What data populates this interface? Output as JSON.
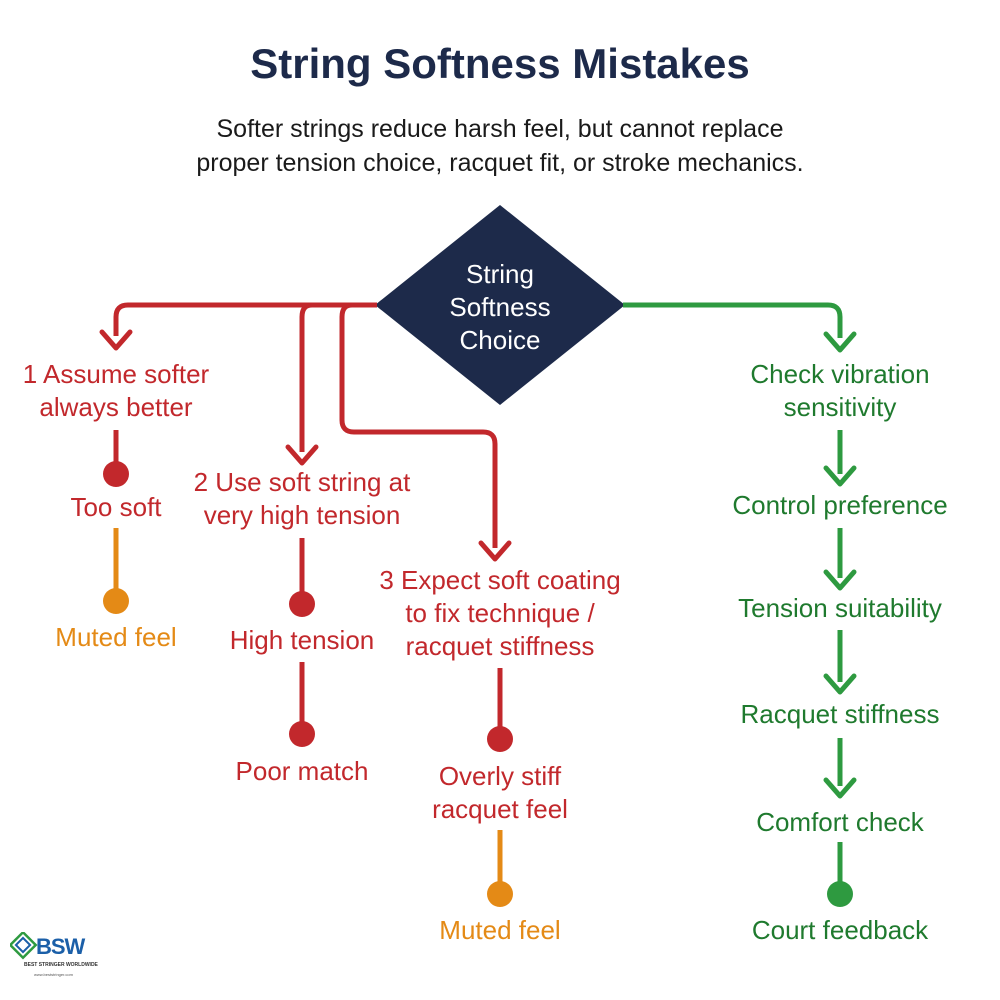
{
  "title": "String Softness Mistakes",
  "subtitle_line1": "Softer strings reduce harsh feel, but cannot replace",
  "subtitle_line2": "proper tension choice, racquet fit, or stroke mechanics.",
  "center": {
    "line1": "String",
    "line2": "Softness",
    "line3": "Choice"
  },
  "mistake1": {
    "heading_line1": "1 Assume softer",
    "heading_line2": "always better",
    "step1": "Too soft",
    "step2": "Muted feel"
  },
  "mistake2": {
    "heading_line1": "2 Use soft string at",
    "heading_line2": "very high tension",
    "step1": "High tension",
    "step2": "Poor match"
  },
  "mistake3": {
    "heading_line1": "3 Expect soft coating",
    "heading_line2": "to fix technique /",
    "heading_line3": "racquet stiffness",
    "step1_line1": "Overly stiff",
    "step1_line2": "racquet feel",
    "step2": "Muted feel"
  },
  "good_path": {
    "step1_line1": "Check vibration",
    "step1_line2": "sensitivity",
    "step2": "Control preference",
    "step3": "Tension suitability",
    "step4": "Racquet stiffness",
    "step5": "Comfort check",
    "step6": "Court feedback"
  },
  "logo": {
    "letters": "BSW",
    "tagline": "BEST STRINGER WORLDWIDE",
    "url": "www.beststringer.com"
  },
  "colors": {
    "navy": "#1d2a4a",
    "red": "#c2282c",
    "orange": "#e48a16",
    "green": "#2e9a40"
  }
}
